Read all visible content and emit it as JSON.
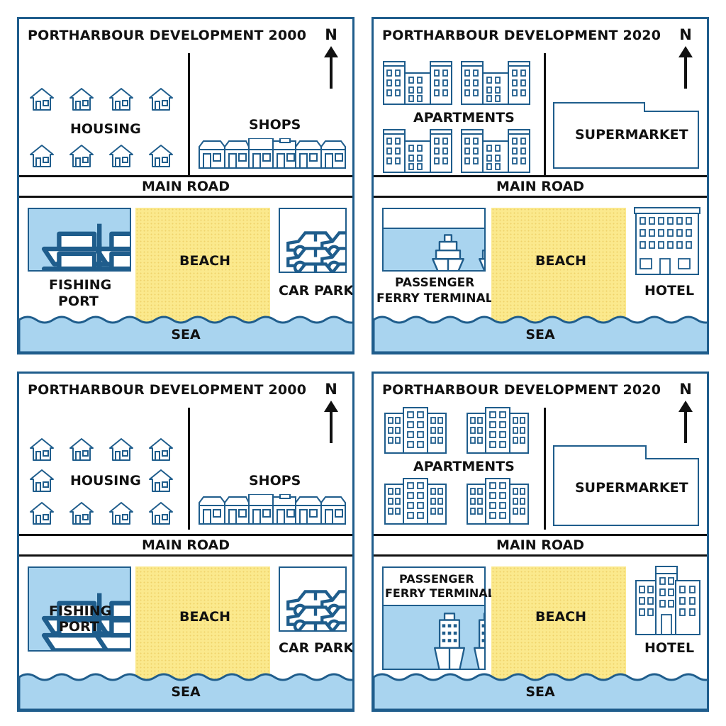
{
  "colors": {
    "outline": "#1f5d8c",
    "sea": "#a9d4ef",
    "beach": "#fbe98d",
    "text": "#111111"
  },
  "compass_label": "N",
  "labels": {
    "main_road": "MAIN ROAD",
    "beach": "BEACH",
    "sea": "SEA",
    "housing": "HOUSING",
    "shops": "SHOPS",
    "fishing": "FISHING",
    "port": "PORT",
    "car_park": "CAR PARK",
    "apartments": "APARTMENTS",
    "supermarket": "SUPERMARKET",
    "passenger": "PASSENGER",
    "ferry_terminal": "FERRY TERMINAL",
    "hotel": "HOTEL"
  },
  "panels": [
    {
      "title": "PORTHARBOUR DEVELOPMENT 2000",
      "year": 2000,
      "variant": "a"
    },
    {
      "title": "PORTHARBOUR DEVELOPMENT 2020",
      "year": 2020,
      "variant": "a"
    },
    {
      "title": "PORTHARBOUR DEVELOPMENT 2000",
      "year": 2000,
      "variant": "b"
    },
    {
      "title": "PORTHARBOUR DEVELOPMENT 2020",
      "year": 2020,
      "variant": "b"
    }
  ]
}
